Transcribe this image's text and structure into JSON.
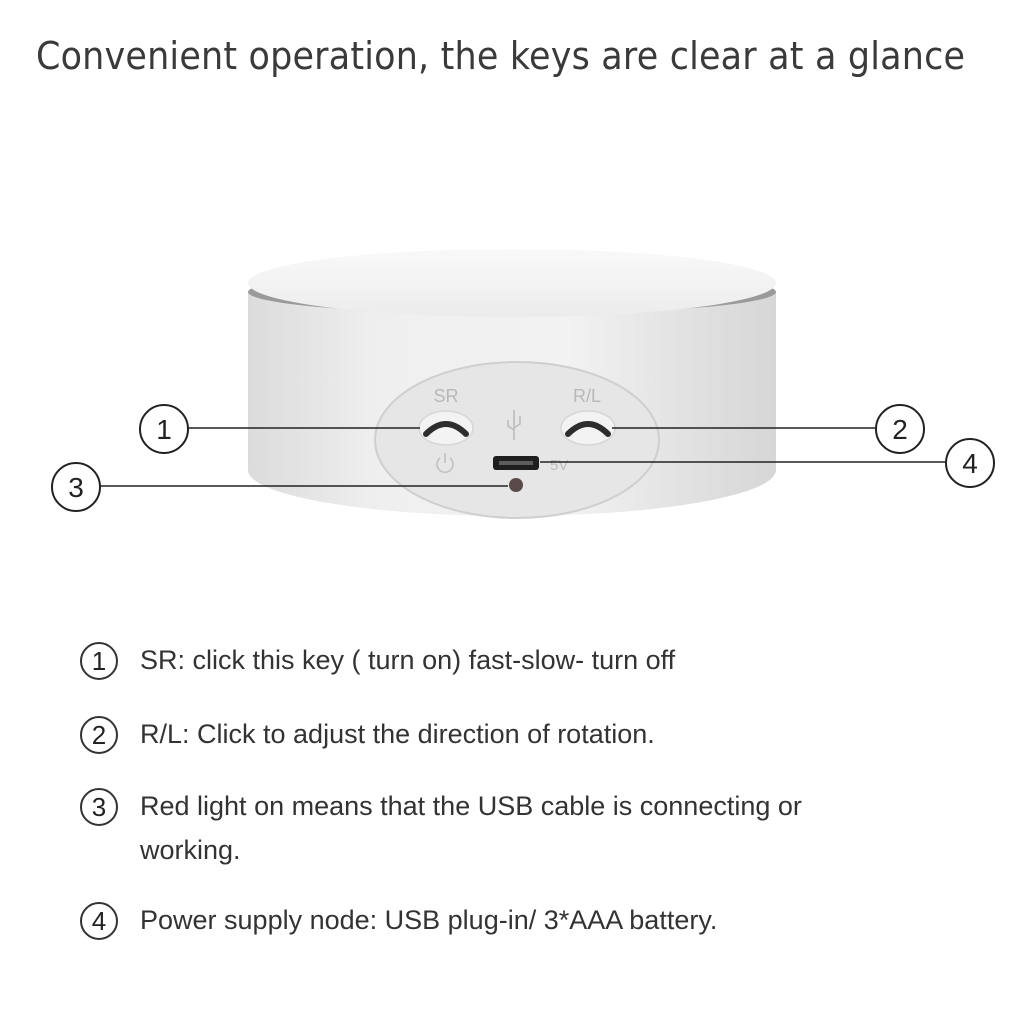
{
  "headline": "Convenient operation, the keys are clear at a glance",
  "device": {
    "button_left_label": "SR",
    "button_right_label": "R/L",
    "port_label": "5V"
  },
  "callouts": [
    "1",
    "2",
    "3",
    "4"
  ],
  "legend": [
    {
      "num": "1",
      "text": "SR: click this key ( turn on) fast-slow- turn off"
    },
    {
      "num": "2",
      "text": "R/L: Click to adjust the direction of rotation."
    },
    {
      "num": "3",
      "text": "Red light on means that the USB cable is connecting or working."
    },
    {
      "num": "4",
      "text": "Power supply node: USB plug-in/ 3*AAA battery."
    }
  ],
  "colors": {
    "device_body": "#ececec",
    "device_top": "#f7f7f7",
    "indicator_light": "#5a4a4a"
  }
}
